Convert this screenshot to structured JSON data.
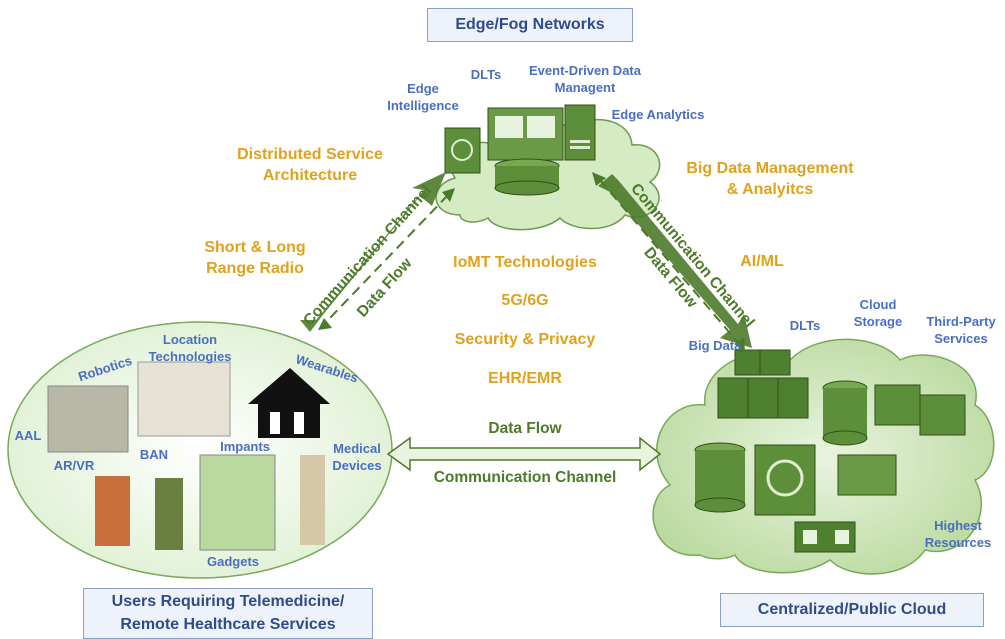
{
  "edge": {
    "title": "Edge/Fog Networks",
    "labels": {
      "edge_intelligence": "Edge\nIntelligence",
      "dlts": "DLTs",
      "event_driven": "Event-Driven Data\nManagent",
      "edge_analytics": "Edge Analytics"
    }
  },
  "cloud": {
    "title": "Centralized/Public Cloud",
    "labels": {
      "big_data": "Big Data",
      "dlts": "DLTs",
      "cloud_storage": "Cloud\nStorage",
      "third_party": "Third-Party\nServices",
      "highest_resources": "Highest\nResources"
    }
  },
  "users": {
    "title_line1": "Users Requiring Telemedicine/",
    "title_line2": "Remote Healthcare Services",
    "labels": {
      "robotics": "Robotics",
      "location": "Location\nTechnologies",
      "wearables": "Wearables",
      "aal": "AAL",
      "ar_vr": "AR/VR",
      "ban": "BAN",
      "impants": "Impants",
      "medical_devices": "Medical\nDevices",
      "gadgets": "Gadgets"
    }
  },
  "center": {
    "distributed": "Distributed Service\nArchitecture",
    "short_long": "Short & Long\nRange Radio",
    "big_data_mgmt": "Big Data Management\n& Analyitcs",
    "ai_ml": "AI/ML",
    "iomt": "IoMT Technologies",
    "g5g6": "5G/6G",
    "security": "Security & Privacy",
    "ehr": "EHR/EMR"
  },
  "links": {
    "comm_channel": "Communication Channel",
    "data_flow": "Data Flow"
  },
  "colors": {
    "cloud_fill": "#c5e0b0",
    "arrow_green": "#4d7a2a",
    "label_blue": "#4a6fc0",
    "label_gold": "#e0a21a",
    "box_fill": "#eef2fa"
  }
}
